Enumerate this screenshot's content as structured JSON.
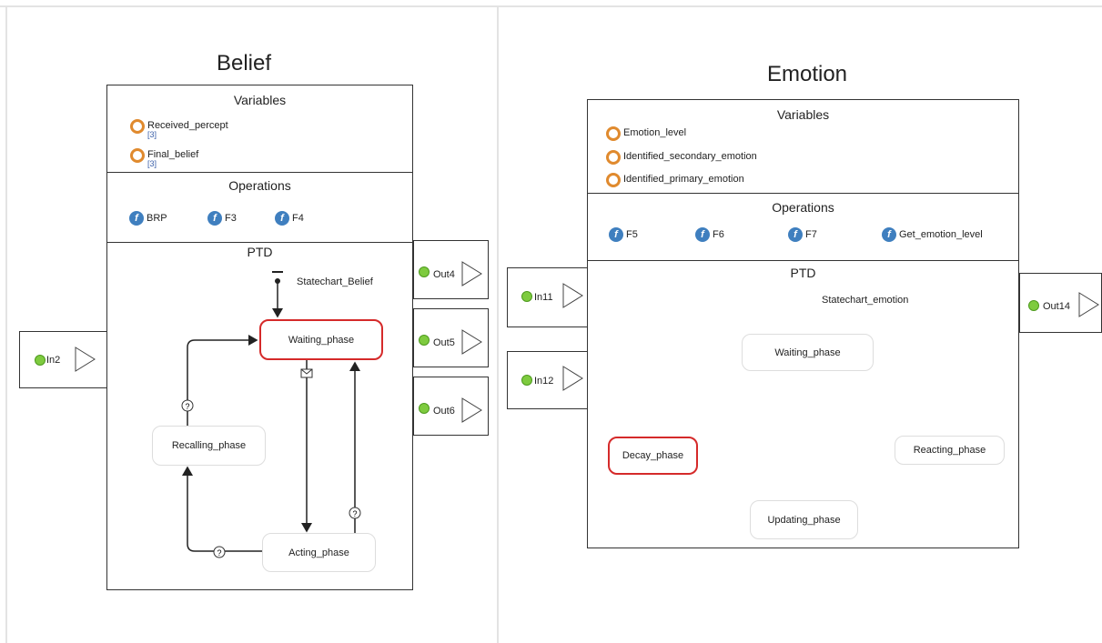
{
  "belief": {
    "title": "Belief",
    "variables_title": "Variables",
    "variables": [
      {
        "name": "Received_percept",
        "dim": "[3]"
      },
      {
        "name": "Final_belief",
        "dim": "[3]"
      }
    ],
    "operations_title": "Operations",
    "operations": [
      "BRP",
      "F3",
      "F4"
    ],
    "ptd_title": "PTD",
    "statechart": "Statechart_Belief",
    "states": {
      "waiting": "Waiting_phase",
      "recalling": "Recalling_phase",
      "acting": "Acting_phase"
    },
    "in_ports": [
      "In2"
    ],
    "out_ports": [
      "Out4",
      "Out5",
      "Out6"
    ]
  },
  "emotion": {
    "title": "Emotion",
    "variables_title": "Variables",
    "variables": [
      {
        "name": "Emotion_level"
      },
      {
        "name": "Identified_secondary_emotion"
      },
      {
        "name": "Identified_primary_emotion"
      }
    ],
    "operations_title": "Operations",
    "operations": [
      "F5",
      "F6",
      "F7",
      "Get_emotion_level"
    ],
    "ptd_title": "PTD",
    "statechart": "Statechart_emotion",
    "states": {
      "waiting": "Waiting_phase",
      "decay": "Decay_phase",
      "reacting": "Reacting_phase",
      "updating": "Updating_phase"
    },
    "in_ports": [
      "In11",
      "In12"
    ],
    "out_ports": [
      "Out14"
    ]
  },
  "colors": {
    "active_state_border": "#d52a2a",
    "variable_ring": "#e08a2e",
    "operation_icon": "#3f7fbf",
    "port_dot": "#7ecb3f",
    "timeout_edge": "#2233cc"
  },
  "icons": {
    "variable": "variable-ring-icon",
    "operation": "function-f-icon",
    "port": "port-dot-icon",
    "condition": "question-mark-icon",
    "message": "envelope-icon",
    "timeout": "clock-icon"
  }
}
